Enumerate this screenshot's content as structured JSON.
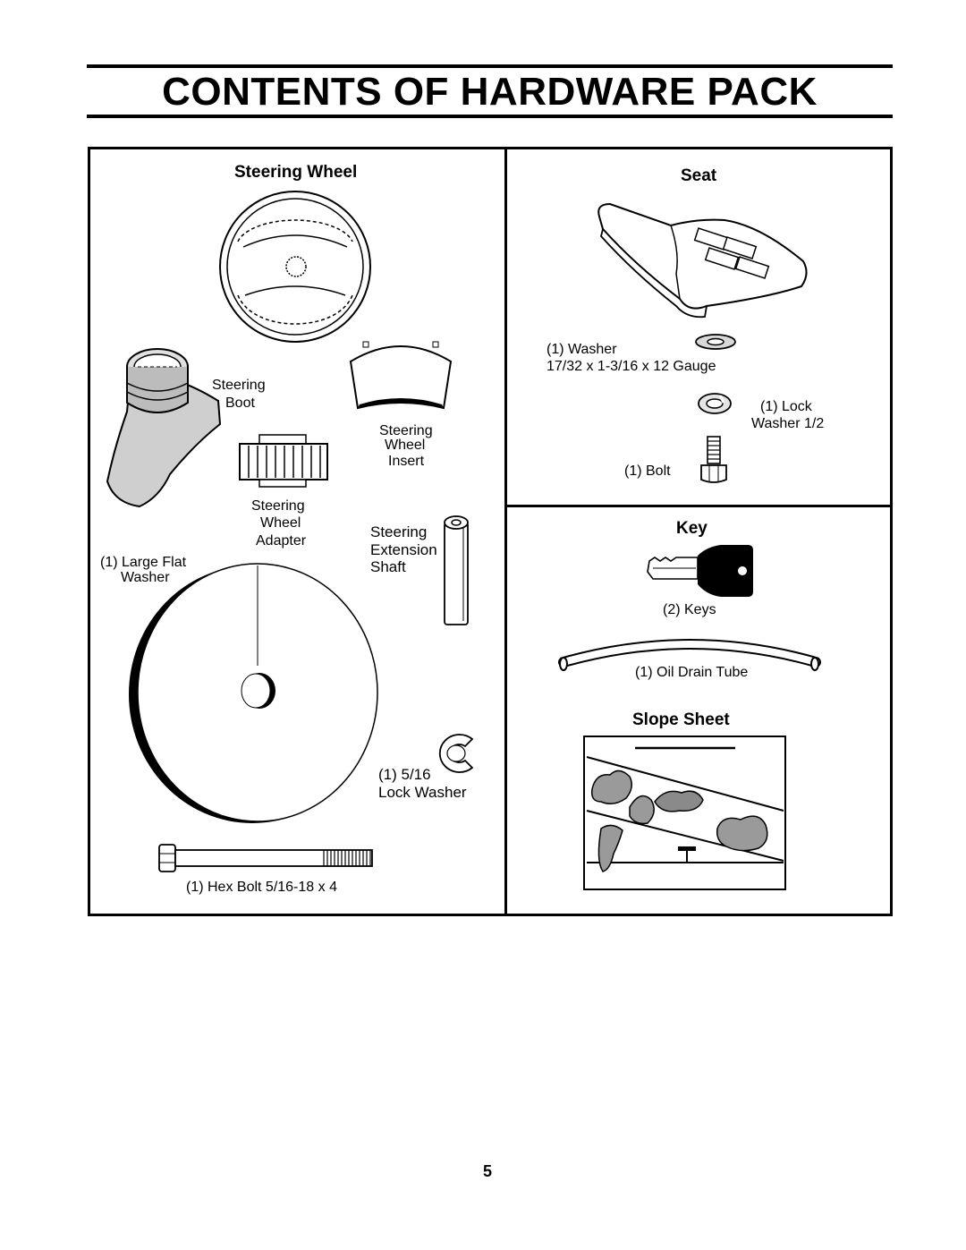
{
  "page": {
    "title": "CONTENTS OF HARDWARE PACK",
    "page_number": "5"
  },
  "steering_wheel": {
    "heading": "Steering Wheel",
    "boot": [
      "Steering",
      "Boot"
    ],
    "insert": [
      "Steering",
      "Wheel",
      "Insert"
    ],
    "adapter": [
      "Steering",
      "Wheel",
      "Adapter"
    ],
    "extension_shaft": [
      "Steering",
      "Extension",
      "Shaft"
    ],
    "large_flat_washer": [
      "(1) Large Flat",
      "Washer"
    ],
    "lock_washer": [
      "(1) 5/16",
      "Lock Washer"
    ],
    "hex_bolt": "(1) Hex Bolt 5/16-18 x 4"
  },
  "seat": {
    "heading": "Seat",
    "washer": [
      "(1) Washer",
      "17/32 x 1-3/16 x 12 Gauge"
    ],
    "lock_washer": [
      "(1) Lock",
      "Washer 1/2"
    ],
    "bolt": "(1) Bolt"
  },
  "key": {
    "heading": "Key",
    "keys": "(2) Keys",
    "oil_drain_tube": "(1) Oil Drain Tube"
  },
  "slope_sheet": {
    "heading": "Slope Sheet"
  }
}
